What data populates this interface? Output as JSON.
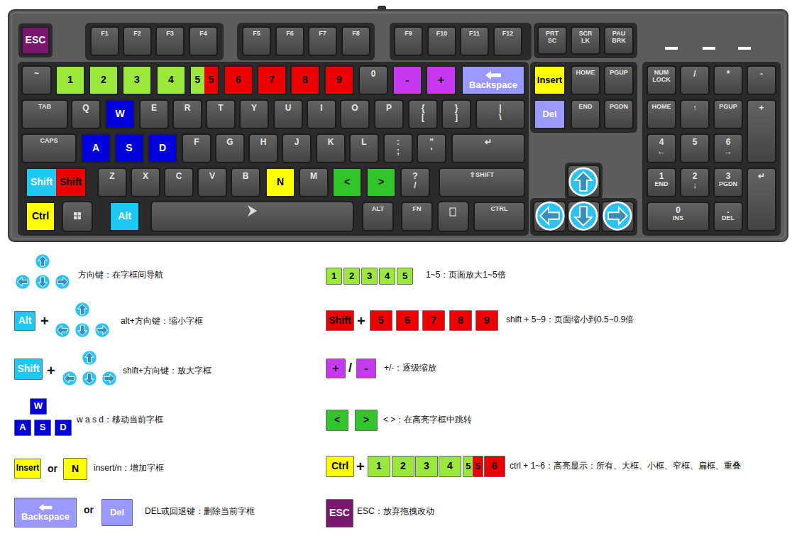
{
  "diagram": {
    "nodes": [
      {
        "text": [
          "ESC"
        ]
      },
      {
        "text": [
          "F1"
        ]
      },
      {
        "text": [
          "F2"
        ]
      },
      {
        "text": [
          "F3"
        ]
      },
      {
        "text": [
          "F4"
        ]
      },
      {
        "text": [
          "F5"
        ]
      },
      {
        "text": [
          "F6"
        ]
      },
      {
        "text": [
          "F7"
        ]
      },
      {
        "text": [
          "F8"
        ]
      },
      {
        "text": [
          "F9"
        ]
      },
      {
        "text": [
          "F10"
        ]
      },
      {
        "text": [
          "F11"
        ]
      },
      {
        "text": [
          "F12"
        ]
      },
      {
        "text": [
          "PRT SC"
        ]
      },
      {
        "text": [
          "SCR LK"
        ]
      },
      {
        "text": [
          "PAU BRK"
        ]
      },
      {
        "text": [
          "~"
        ]
      },
      {
        "text": [
          "1"
        ]
      },
      {
        "text": [
          "2"
        ]
      },
      {
        "text": [
          "3"
        ]
      },
      {
        "text": [
          "4"
        ]
      },
      {
        "text": [
          "5",
          "5"
        ]
      },
      {
        "text": [
          "6"
        ]
      },
      {
        "text": [
          "7"
        ]
      },
      {
        "text": [
          "8"
        ]
      },
      {
        "text": [
          "9"
        ]
      },
      {
        "text": [
          "0"
        ]
      },
      {
        "text": [
          "-"
        ]
      },
      {
        "text": [
          "+"
        ]
      },
      {
        "text": [
          "Backspace"
        ]
      },
      {
        "text": [
          "Insert"
        ]
      },
      {
        "text": [
          "HOME"
        ]
      },
      {
        "text": [
          "PGUP"
        ]
      },
      {
        "text": [
          "NUM LOCK"
        ]
      },
      {
        "text": [
          "/"
        ]
      },
      {
        "text": [
          "*"
        ]
      },
      {
        "text": [
          "-"
        ]
      },
      {
        "text": [
          "TAB"
        ]
      },
      {
        "text": [
          "Q"
        ]
      },
      {
        "text": [
          "W"
        ]
      },
      {
        "text": [
          "E"
        ]
      },
      {
        "text": [
          "R"
        ]
      },
      {
        "text": [
          "T"
        ]
      },
      {
        "text": [
          "Y"
        ]
      },
      {
        "text": [
          "U"
        ]
      },
      {
        "text": [
          "I"
        ]
      },
      {
        "text": [
          "O"
        ]
      },
      {
        "text": [
          "P"
        ]
      },
      {
        "text": [
          "{",
          "["
        ]
      },
      {
        "text": [
          "}",
          "]"
        ]
      },
      {
        "text": [
          "|",
          "\\"
        ]
      },
      {
        "text": [
          "Del"
        ]
      },
      {
        "text": [
          "END"
        ]
      },
      {
        "text": [
          "PGDN"
        ]
      },
      {
        "text": [
          "HOME"
        ]
      },
      {
        "text": [
          "↑"
        ]
      },
      {
        "text": [
          "PGUP"
        ]
      },
      {
        "text": [
          "+"
        ]
      },
      {
        "text": [
          "CAPS"
        ]
      },
      {
        "text": [
          "A"
        ]
      },
      {
        "text": [
          "S"
        ]
      },
      {
        "text": [
          "D"
        ]
      },
      {
        "text": [
          "F"
        ]
      },
      {
        "text": [
          "G"
        ]
      },
      {
        "text": [
          "H"
        ]
      },
      {
        "text": [
          "J"
        ]
      },
      {
        "text": [
          "K"
        ]
      },
      {
        "text": [
          "L"
        ]
      },
      {
        "text": [
          ":",
          ";"
        ]
      },
      {
        "text": [
          "\"",
          "'"
        ]
      },
      {
        "text": [
          "↵"
        ]
      },
      {
        "text": [
          "4",
          "←"
        ]
      },
      {
        "text": [
          "5"
        ]
      },
      {
        "text": [
          "6",
          "→"
        ]
      },
      {
        "text": [
          "Shift",
          "Shift"
        ]
      },
      {
        "text": [
          "Z"
        ]
      },
      {
        "text": [
          "X"
        ]
      },
      {
        "text": [
          "C"
        ]
      },
      {
        "text": [
          "V"
        ]
      },
      {
        "text": [
          "B"
        ]
      },
      {
        "text": [
          "N"
        ]
      },
      {
        "text": [
          "M"
        ]
      },
      {
        "text": [
          "<"
        ]
      },
      {
        "text": [
          ">"
        ]
      },
      {
        "text": [
          "?",
          "/"
        ]
      },
      {
        "text": [
          "⇧SHIFT"
        ]
      },
      {
        "text": [
          "1",
          "END"
        ]
      },
      {
        "text": [
          "2",
          "↓"
        ]
      },
      {
        "text": [
          "3",
          "PGDN"
        ]
      },
      {
        "text": [
          "↵"
        ]
      },
      {
        "text": [
          "Ctrl"
        ]
      },
      {
        "text": [
          "Alt"
        ]
      },
      {
        "text": [
          "ALT"
        ]
      },
      {
        "text": [
          "FN"
        ]
      },
      {
        "text": [
          "CTRL"
        ]
      },
      {
        "text": [
          "0",
          "INS"
        ]
      },
      {
        "text": [
          ".",
          "DEL"
        ]
      },
      {
        "text": [
          "1"
        ]
      },
      {
        "text": [
          "2"
        ]
      },
      {
        "text": [
          "3"
        ]
      },
      {
        "text": [
          "4"
        ]
      },
      {
        "text": [
          "5"
        ]
      },
      {
        "text": [
          "Alt"
        ]
      },
      {
        "text": [
          "Shift"
        ]
      },
      {
        "text": [
          "5"
        ]
      },
      {
        "text": [
          "6"
        ]
      },
      {
        "text": [
          "7"
        ]
      },
      {
        "text": [
          "8"
        ]
      },
      {
        "text": [
          "9"
        ]
      },
      {
        "text": [
          "Shift"
        ]
      },
      {
        "text": [
          "+"
        ]
      },
      {
        "text": [
          "-"
        ]
      },
      {
        "text": [
          "W"
        ]
      },
      {
        "text": [
          "A"
        ]
      },
      {
        "text": [
          "S"
        ]
      },
      {
        "text": [
          "D"
        ]
      },
      {
        "text": [
          "<"
        ]
      },
      {
        "text": [
          ">"
        ]
      },
      {
        "text": [
          "Insert"
        ]
      },
      {
        "text": [
          "N"
        ]
      },
      {
        "text": [
          "Ctrl"
        ]
      },
      {
        "text": [
          "1"
        ]
      },
      {
        "text": [
          "2"
        ]
      },
      {
        "text": [
          "3"
        ]
      },
      {
        "text": [
          "4"
        ]
      },
      {
        "text": [
          "5",
          "5"
        ]
      },
      {
        "text": [
          "6"
        ]
      },
      {
        "text": [
          "Backspace"
        ]
      },
      {
        "text": [
          "Del"
        ]
      },
      {
        "text": [
          "ESC"
        ]
      }
    ],
    "labels": [
      "方向键：在字框间导航",
      "1~5：页面放大1~5倍",
      "+",
      "alt+方向键：缩小字框",
      "+",
      "shift + 5~9：页面缩小到0.5~0.9倍",
      "+",
      "shift+方向键：放大字框",
      "/",
      "+/-：逐级缩放",
      "w a s d：移动当前字框",
      "< >：在高亮字框中跳转",
      "or",
      "insert/n：增加字框",
      "+",
      "ctrl + 1~6：高亮显示：所有、大框、小框、窄框、扁框、重叠",
      "or",
      "DEL或回退键：删除当前字框",
      "ESC：放弃拖拽改动"
    ]
  }
}
